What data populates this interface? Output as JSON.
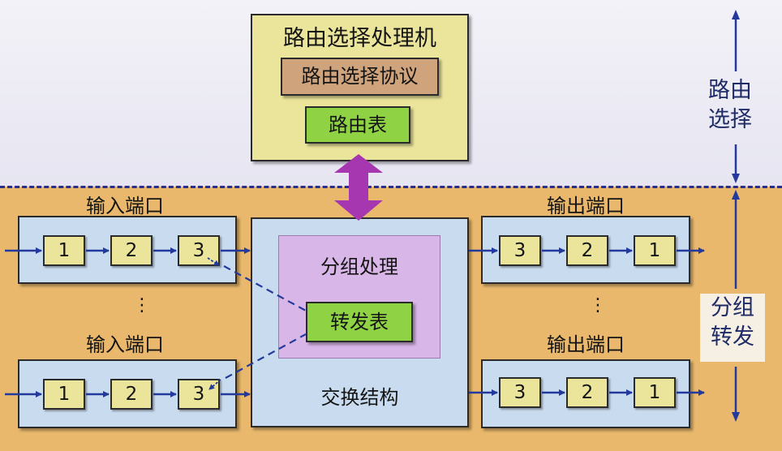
{
  "routing": {
    "processor_title": "路由选择处理机",
    "protocol_label": "路由选择协议",
    "table_label": "路由表"
  },
  "forwarding": {
    "switch_fabric_label": "交换结构",
    "packet_processing_label": "分组处理",
    "forwarding_table_label": "转发表"
  },
  "input_ports": {
    "label_top": "输入端口",
    "label_bottom": "输入端口",
    "queue": [
      "1",
      "2",
      "3"
    ]
  },
  "output_ports": {
    "label_top": "输出端口",
    "label_bottom": "输出端口",
    "queue": [
      "3",
      "2",
      "1"
    ]
  },
  "ellipsis": "⋮",
  "side_labels": {
    "routing": "路由选择",
    "forwarding": "分组转发"
  },
  "colors": {
    "top_bg": "#ecebf4",
    "bottom_bg": "#e9b86c",
    "port_bg": "#c9dbee",
    "queue_bg": "#ebe59c",
    "green_box": "#8fd344",
    "protocol_box": "#cfa37c",
    "packet_proc_bg": "#d9b6e8",
    "arrow_blue": "#233a9c",
    "arrow_purple": "#a637b0"
  }
}
